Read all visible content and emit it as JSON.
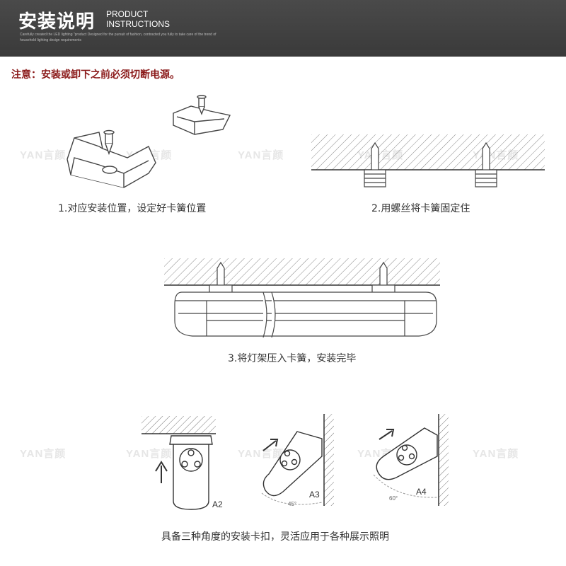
{
  "header": {
    "title": "安装说明",
    "subtitle_line1": "PRODUCT",
    "subtitle_line2": "INSTRUCTIONS",
    "description": "Carefully created the LED lighting \"product Designed for the pursuit of fashion, contracted you fully to take care of the trend of household lighting design requirements"
  },
  "notice": "注意：安装或卸下之前必须切断电源。",
  "steps": [
    {
      "caption": "1.对应安装位置，设定好卡簧位置"
    },
    {
      "caption": "2.用螺丝将卡簧固定住"
    },
    {
      "caption": "3.将灯架压入卡簧，安装完毕"
    }
  ],
  "angles": {
    "caption": "具备三种角度的安装卡扣，灵活应用于各种展示照明",
    "a2": "A2",
    "a3": "A3",
    "a4": "A4",
    "a3_degree": "45°",
    "a4_degree": "60°"
  },
  "watermark": "YAN言颜"
}
